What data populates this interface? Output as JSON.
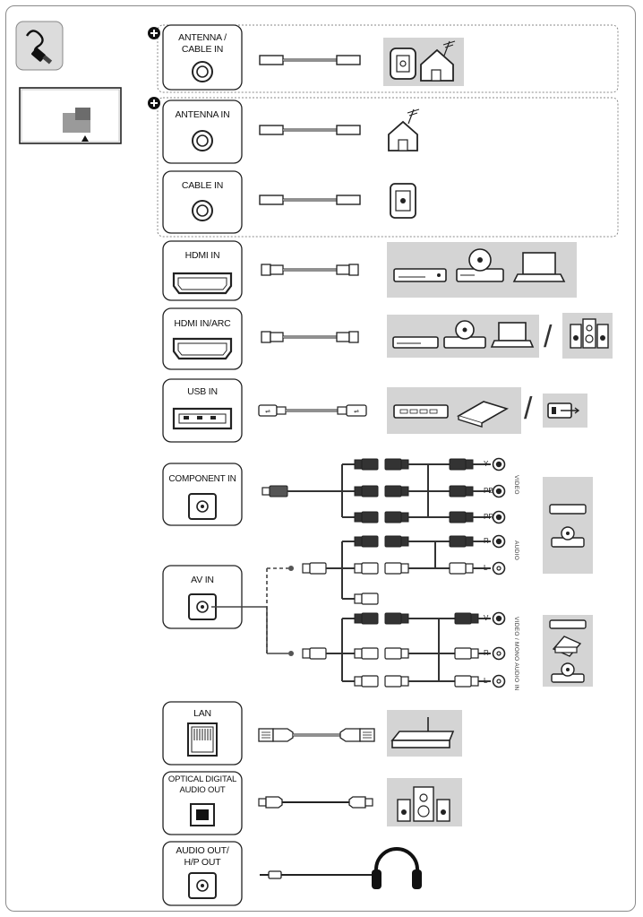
{
  "ports": {
    "antenna_cable_in": "ANTENNA /\nCABLE IN",
    "antenna_in": "ANTENNA IN",
    "cable_in": "CABLE IN",
    "hdmi_in": "HDMI IN",
    "hdmi_in_arc": "HDMI IN/ARC",
    "usb_in": "USB IN",
    "component_in": "COMPONENT IN",
    "av_in": "AV IN",
    "lan": "LAN",
    "optical_digital_audio_out": "OPTICAL DIGITAL\nAUDIO OUT",
    "audio_out_hp_out": "AUDIO OUT/\nH/P OUT"
  },
  "separators": {
    "hdmi_arc": "/",
    "usb": "/"
  },
  "component_pins": [
    "Y",
    "PB",
    "PR",
    "R",
    "L"
  ],
  "av_pins": [
    "V",
    "R",
    "L"
  ],
  "vertical_labels": {
    "video": "VIDEO",
    "audio": "AUDIO",
    "video_audio": "VIDEO / MONO AUDIO IN"
  },
  "icons": [
    "cable-icon",
    "tv-rear-panel-icon",
    "plus-icon",
    "coaxial-port-icon",
    "hdmi-port-icon",
    "usb-port-icon",
    "phone-jack-icon",
    "lan-port-icon",
    "optical-port-icon",
    "antenna-house-icon",
    "wall-outlet-icon",
    "set-top-box-icon",
    "dvd-player-icon",
    "laptop-icon",
    "speakers-icon",
    "hard-drive-icon",
    "usb-stick-icon",
    "router-icon",
    "headphones-icon"
  ]
}
